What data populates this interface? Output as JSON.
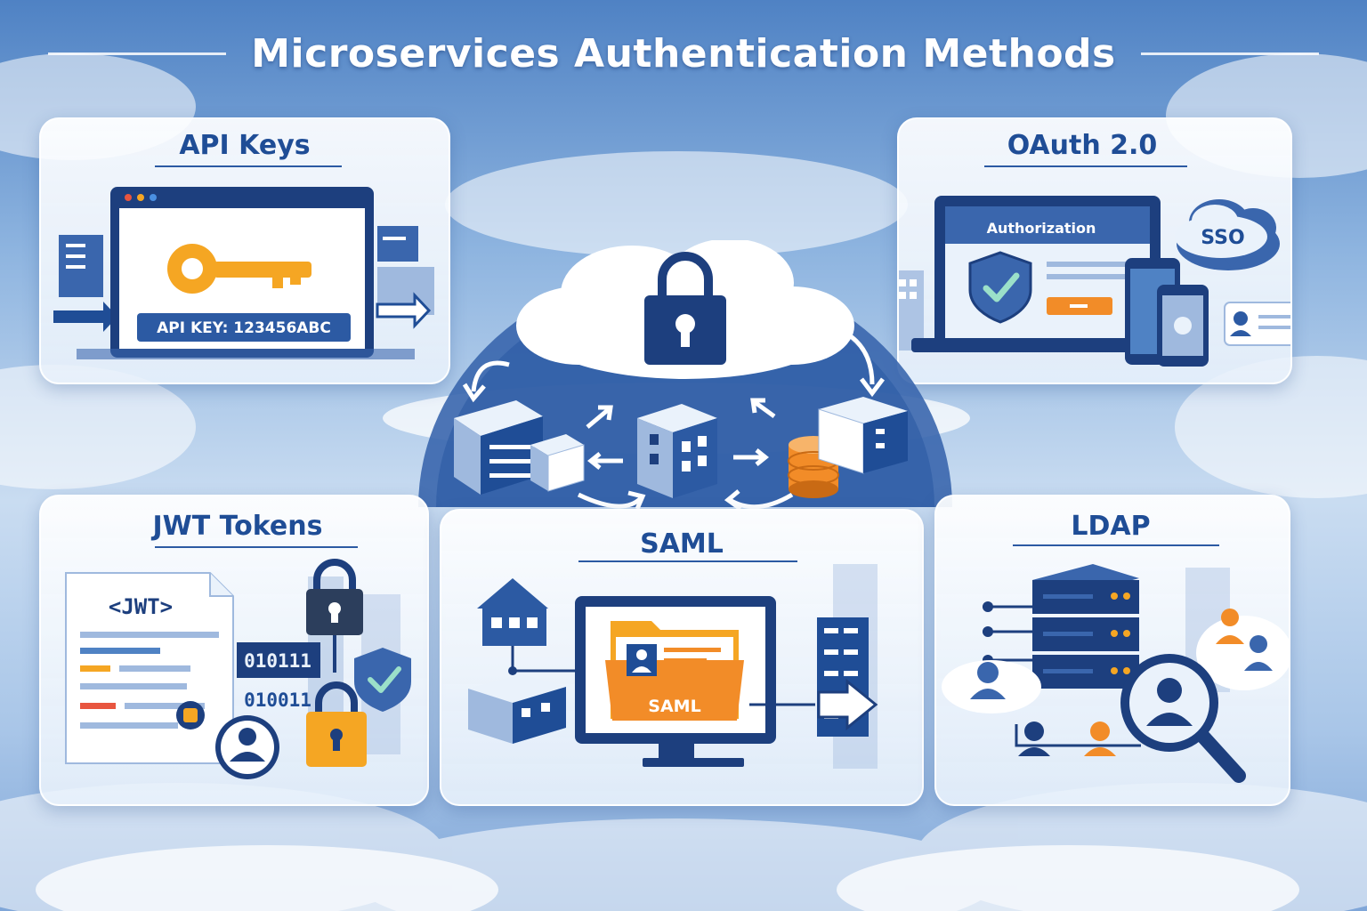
{
  "title": "Microservices Authentication Methods",
  "colors": {
    "primary": "#1f4d96",
    "accent": "#f28c28",
    "key": "#f5a623",
    "light": "#eaf2fb"
  },
  "panels": {
    "api_keys": {
      "title": "API Keys",
      "key_label": "API KEY: 123456ABC"
    },
    "oauth": {
      "title": "OAuth 2.0",
      "auth_label": "Authorization",
      "sso_label": "SSO"
    },
    "jwt": {
      "title": "JWT Tokens",
      "doc_label": "<JWT>",
      "bits_1": "010111",
      "bits_2": "010011"
    },
    "saml": {
      "title": "SAML",
      "folder_label": "SAML"
    },
    "ldap": {
      "title": "LDAP"
    }
  },
  "center": {
    "icons": [
      "lock-icon",
      "building-icon",
      "server-icon",
      "database-icon"
    ]
  }
}
